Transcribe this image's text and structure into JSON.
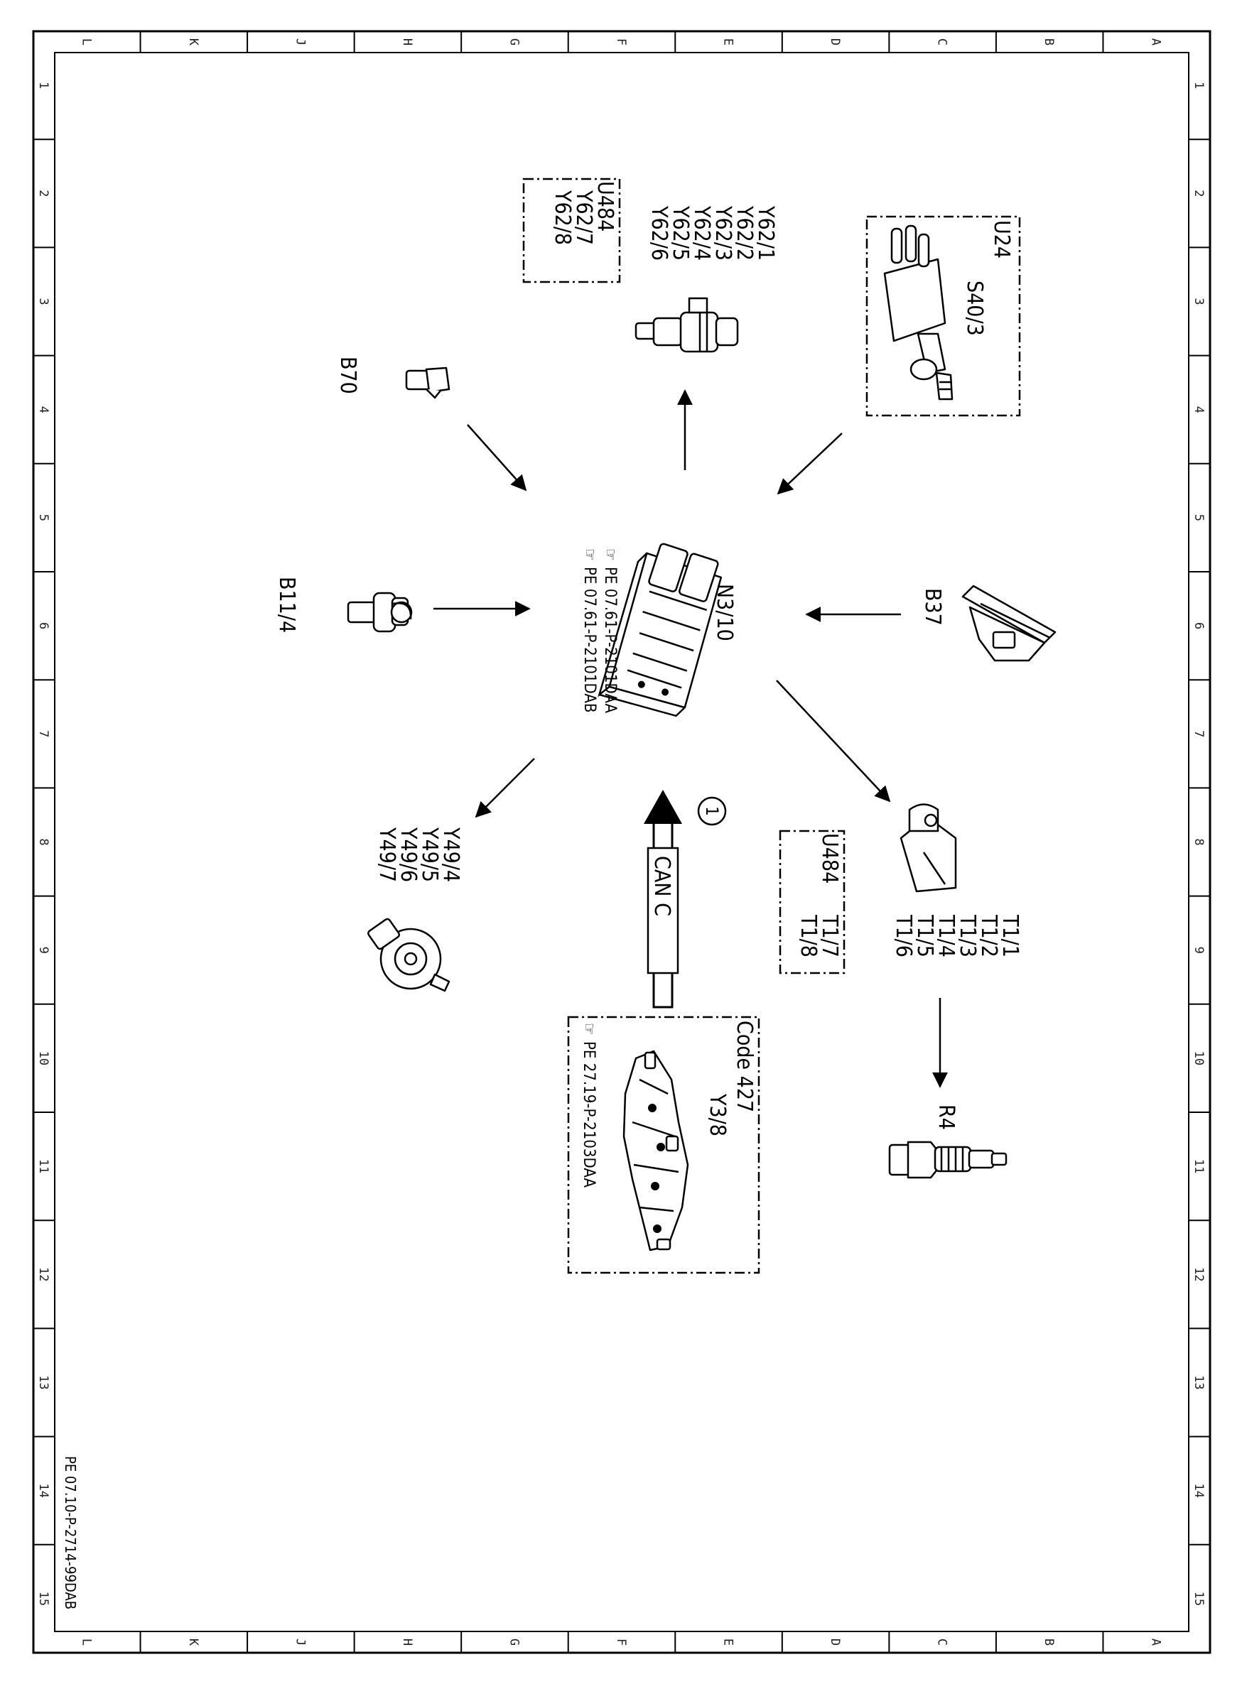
{
  "grid": {
    "letters": [
      "L",
      "K",
      "J",
      "H",
      "G",
      "F",
      "E",
      "D",
      "C",
      "B",
      "A"
    ],
    "numbers": [
      "1",
      "2",
      "3",
      "4",
      "5",
      "6",
      "7",
      "8",
      "9",
      "10",
      "11",
      "12",
      "13",
      "14",
      "15"
    ]
  },
  "document_ref": "PE 07.10-P-2714-99DAB",
  "center": {
    "id": "N3/10",
    "refs": [
      "PE 07.61-P-2101DAA",
      "PE 07.61-P-2101DAB"
    ]
  },
  "components": {
    "u24_box": {
      "title": "U24",
      "label": "S40/3"
    },
    "y62": {
      "labels": [
        "Y62/1",
        "Y62/2",
        "Y62/3",
        "Y62/4",
        "Y62/5",
        "Y62/6"
      ],
      "variant_title": "U484",
      "variant_labels": [
        "Y62/7",
        "Y62/8"
      ]
    },
    "b70": {
      "label": "B70"
    },
    "b11_4": {
      "label": "B11/4"
    },
    "b37": {
      "label": "B37"
    },
    "y49": {
      "labels": [
        "Y49/4",
        "Y49/5",
        "Y49/6",
        "Y49/7"
      ]
    },
    "t1": {
      "labels": [
        "T1/1",
        "T1/2",
        "T1/3",
        "T1/4",
        "T1/5",
        "T1/6"
      ],
      "variant_title": "U484",
      "variant_labels": [
        "T1/7",
        "T1/8"
      ]
    },
    "r4": {
      "label": "R4"
    },
    "y3_8": {
      "code": "Code 427",
      "label": "Y3/8",
      "ref": "PE 27.19-P-2103DAA"
    }
  },
  "can": {
    "label": "CAN C",
    "marker": "1"
  },
  "icons": [
    "pointing-hand-icon"
  ]
}
